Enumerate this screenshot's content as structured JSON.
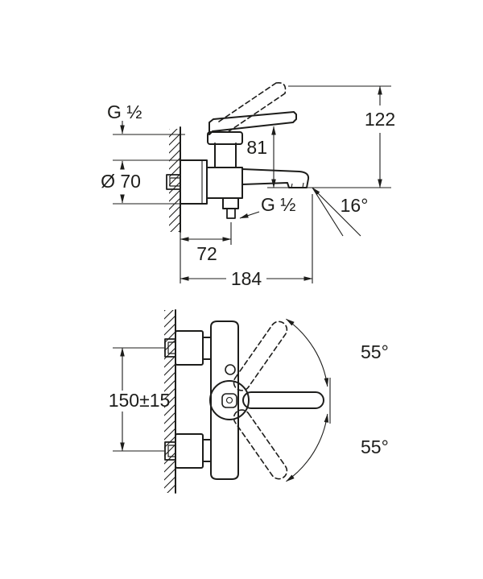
{
  "side_view": {
    "shower_thread_label": "G ½",
    "rosette_diameter_label": "Ø 70",
    "spout_height_label": "81",
    "open_lever_height_label": "122",
    "outlet_thread_label": "G ½",
    "spout_angle_label": "16°",
    "wall_to_outlet_label": "72",
    "wall_to_spout_label": "184"
  },
  "front_view": {
    "connection_spacing_label": "150±15",
    "lever_swing_up_label": "55°",
    "lever_swing_down_label": "55°"
  },
  "colors": {
    "line": "#1d1d1b",
    "background": "#ffffff"
  }
}
